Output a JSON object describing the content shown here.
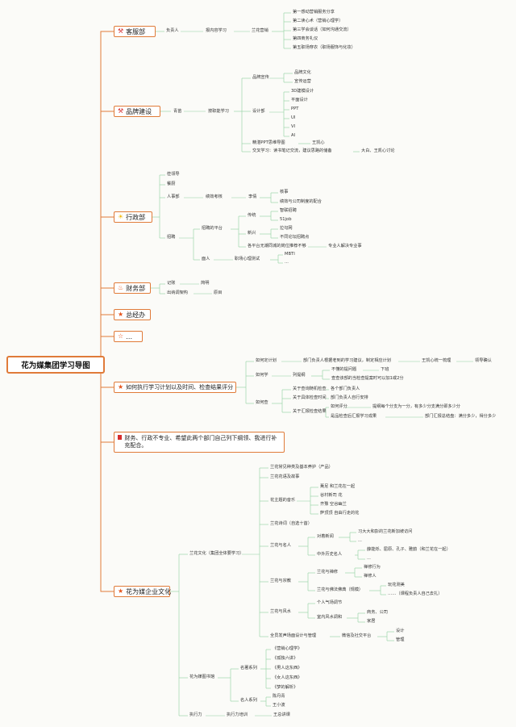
{
  "root": "花为媒集团学习导图",
  "icons": {
    "tool": "tool-icon",
    "star": "star-icon",
    "flame": "flame-icon",
    "sun": "sun-icon",
    "square": "red-square-icon",
    "empty": "empty-star-icon",
    "color": "#e07b39",
    "line": "#8fd19e"
  },
  "kefu": {
    "title": "客服部",
    "l1": "负责人",
    "l2": "报内容学习",
    "l3": "兰花营销",
    "items": [
      "第一感动营销服务分享",
      "第二读心术（营销心理学）",
      "第三学会谈话（如何沟通交流）",
      "第四商务礼仪",
      "第五职场穿衣（职场服饰与化妆）"
    ]
  },
  "pinpai": {
    "title": "品牌建设",
    "l1": "青苗",
    "l2": "按职能学习",
    "brand": "品牌宣传",
    "brand_items": [
      "品牌文化",
      "宣传运营"
    ],
    "design": "设计部",
    "design_items": [
      "3D建模设计",
      "平面设计",
      "PPT",
      "UI",
      "VI",
      "AI"
    ],
    "ppt": "精湛PPT思维导图",
    "ppt_owner": "王凯心",
    "share": "交叉学习：读书笔记交流，建议思路的储备",
    "share_owner": "大白、王凯心讨论"
  },
  "xingzheng": {
    "title": "行政部",
    "top": [
      "莅领导",
      "餐厨"
    ],
    "hr": "人事部",
    "hr_a": "绩效考核",
    "hr_b": "李倩",
    "hr_items": [
      "核事",
      "绩效与公司制度的配合"
    ],
    "zp": "招聘",
    "zp_plat": "招聘的平台",
    "chuan": "传统",
    "chuan_items": [
      "智联招聘",
      "51job"
    ],
    "xin": "新兴",
    "xin_items": [
      "拉勾网",
      "不同论坛招聘点"
    ],
    "need": "各平台无潮同城的岗位推荐不够",
    "need_tip": "专业人解决专业事",
    "face": "面人",
    "face_a": "职场心理测试",
    "face_items": [
      "MBTI",
      "..."
    ]
  },
  "caiwu": {
    "title": "财务部",
    "a": "记账",
    "a_tip": "简明",
    "b": "出纳调架构",
    "b_tip": "原目"
  },
  "zjl": {
    "title": "总经办"
  },
  "more": {
    "title": "…"
  },
  "plan": {
    "title": "如何执行学习计划以及时间、检查结果评分",
    "p1": "如何定计划",
    "p1_a": "部门负责人根据老到的学习建议，制定相应计划",
    "p1_b": "王凯心统一梳理",
    "p1_c": "领导确认",
    "p2": "如何学",
    "p2_a": "列提纲",
    "p2_items": [
      "不懂的提问题",
      "查查该部的当检查提案时可以加1或2分"
    ],
    "p2_tip": "下班",
    "p3": "如何查",
    "p3_a": "关于查询随机检查",
    "p3_a_t": "各个部门负责人",
    "p3_b": "关于具体检查时间",
    "p3_b_t": "部门负责人自行安排",
    "p3_c": "关于汇报检查结果",
    "p3_c1": "如何评分",
    "p3_c1_t": "提纲每个分支为一分，有多少分支满分即多少分",
    "p3_c2": "是品检查后汇报学习成果",
    "p3_c2_t": "部门汇报总结盘：满分多少，得分多少"
  },
  "note": {
    "title": "财务、行政不专业、希望此两个部门自己列下纲领、我进行补充配合。"
  },
  "culture": {
    "title": "花为媒企业文化",
    "lan": "兰花文化（集团全体要学习）",
    "lan_items_top": [
      "兰花常见种类及基本养护（产品）",
      "兰花花语及故事"
    ],
    "lan_zhuti": "花主题的音乐",
    "zhuti_items": [
      "薰尼 和兰花在一起",
      "谷村新司 花",
      "齐豫 空谷幽兰",
      "萨顶顶 自由行走的花"
    ],
    "lan_shi": "兰花诗词（自选十首）",
    "lan_ren": "兰花与名人",
    "ren_jin": "对着新闻",
    "ren_jin_items": [
      "习大大和彭的兰花新加坡访问",
      "..."
    ],
    "ren_gu": "中外历史名人",
    "ren_gu_items": [
      "薛能烁、屈原、孔子、雅韵（和兰花在一起）",
      "..."
    ],
    "lan_zong": "兰花与宗教",
    "zong_chan": "兰花与禅修",
    "zong_chan_items": [
      "禅修行为",
      "禅修人"
    ],
    "zong_fo": "兰花与佛法佛典（规模）",
    "zong_fo_items": [
      "玩花测美",
      "……（课程负责人自己去扎）"
    ],
    "lan_feng": "兰花与风水",
    "feng_a": "个人气场调节",
    "feng_b": "室内风水调和",
    "feng_b_items": [
      "商务、公司",
      "家居"
    ],
    "lan_she": "全员发声场面设计与管理",
    "she_a": "微信及社交平台",
    "she_items": [
      "设计",
      "管理"
    ],
    "shumu": "花为媒图书馆",
    "ming": "名著系列",
    "ming_items": [
      "《营销心理学》",
      "《孤独六讲》",
      "《男人这东西》",
      "《女人这东西》",
      "《梦的解析》"
    ],
    "mingren": "名人系列",
    "mingren_items": [
      "陈丹青",
      "王小波"
    ],
    "zhixing": "执行力",
    "zhixing_a": "执行力培训",
    "zhixing_b": "王总讲课"
  }
}
